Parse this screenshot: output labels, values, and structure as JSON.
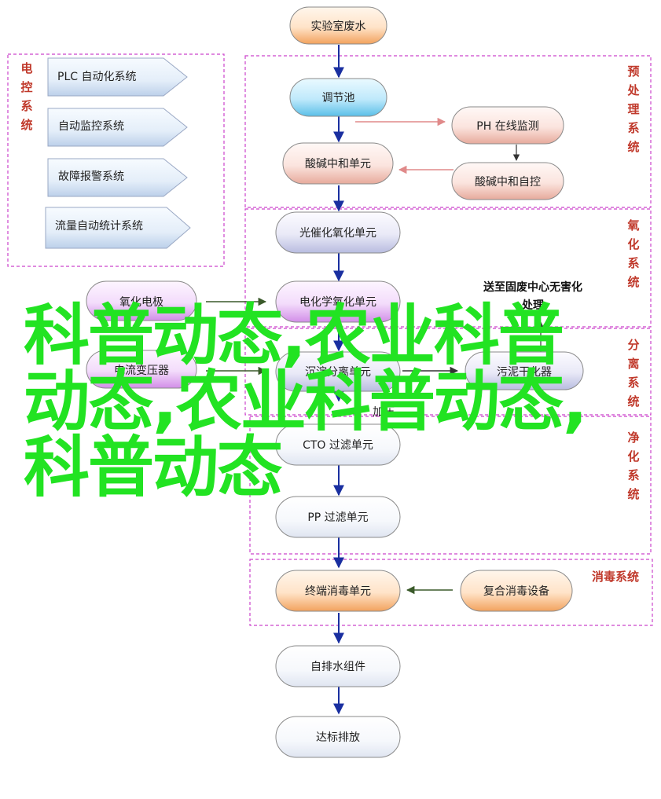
{
  "diagram": {
    "main_flow": [
      "实验室废水",
      "调节池",
      "酸碱中和单元",
      "光催化氧化单元",
      "电化学氧化单元",
      "沉淀分离单元",
      "CTO 过滤单元",
      "PP 过滤单元",
      "终端消毒单元",
      "自排水组件",
      "达标排放"
    ],
    "hidden_label": "加压",
    "side_nodes": {
      "ph_monitor": "PH 在线监测",
      "acid_base_control": "酸碱中和自控",
      "oxidation_electrode": "氧化电极",
      "electrolytic_transformer": "电流变压器",
      "sludge_dryer": "污泥干化器",
      "disinfect_device": "复合消毒设备"
    },
    "electrical_control": {
      "title": "电控系统",
      "items": [
        "PLC 自动化系统",
        "自动监控系统",
        "故障报警系统",
        "流量自动统计系统"
      ]
    },
    "sections": {
      "pretreat": "预处理系统",
      "oxidation": "氧化系统",
      "separation": "分离系统",
      "purification": "净化系统",
      "disinfection": "消毒系统"
    },
    "sludge_note": [
      "送至固废中心无害化",
      "处理"
    ]
  },
  "watermark": "科普动态,农业科普动态,农业科普动态,科普动态",
  "colors": {
    "section_border": "#cc44cc",
    "arrow_blue": "#1a2fa0",
    "arrow_pink": "#e08a8a",
    "side_label_red": "#c0392b",
    "watermark_green": "#22e322"
  }
}
